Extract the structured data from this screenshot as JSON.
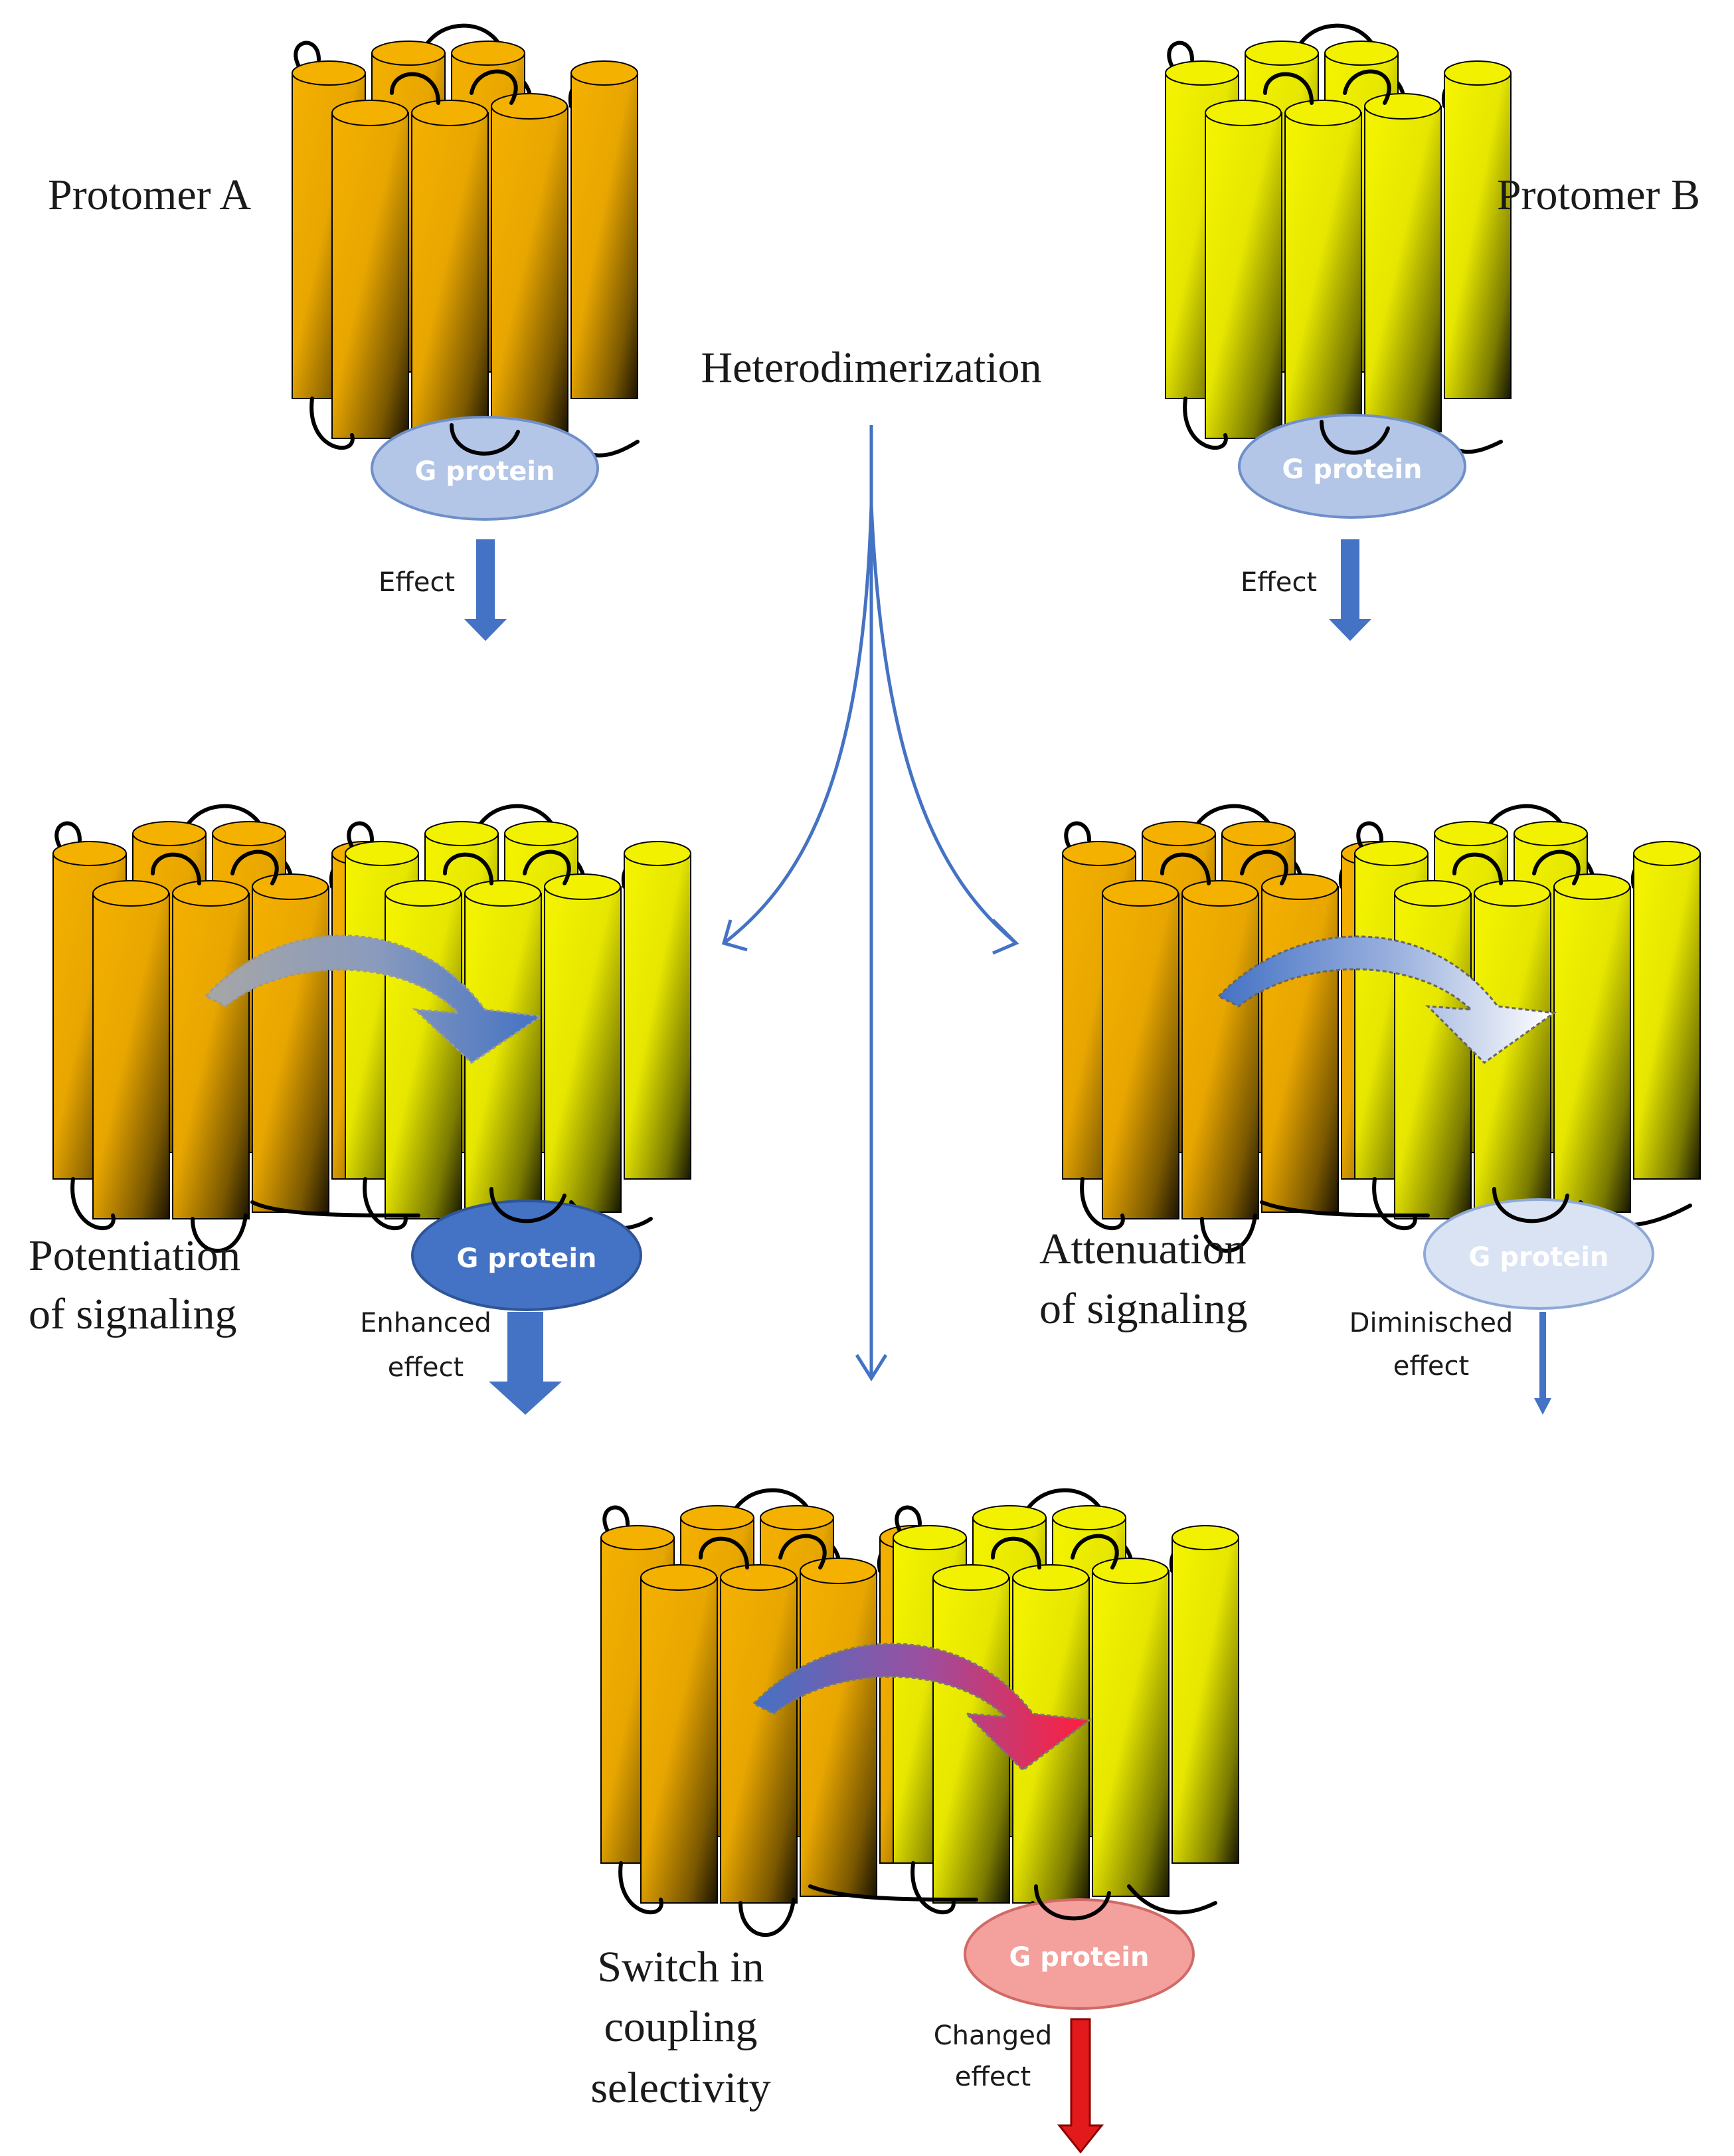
{
  "title_center": "Heterodimerization",
  "protomer_a": {
    "label": "Protomer A",
    "g_protein": "G protein",
    "effect": "Effect",
    "colors": {
      "receptor": "#f5b100",
      "g_protein": "#b4c6e7"
    }
  },
  "protomer_b": {
    "label": "Protomer B",
    "g_protein": "G protein",
    "effect": "Effect",
    "colors": {
      "receptor": "#f2f200",
      "g_protein": "#b4c6e7"
    }
  },
  "potentiation": {
    "label_line1": "Potentiation",
    "label_line2": "of signaling",
    "g_protein": "G protein",
    "effect_line1": "Enhanced",
    "effect_line2": "effect",
    "colors": {
      "g_protein": "#4472c4",
      "arrow": "#4472c4",
      "curved_arrow": "gray-to-blue"
    }
  },
  "attenuation": {
    "label_line1": "Attenuation",
    "label_line2": "of signaling",
    "g_protein": "G protein",
    "effect_line1": "Diminisched",
    "effect_line2": "effect",
    "colors": {
      "g_protein": "#dae3f3",
      "arrow": "#4472c4",
      "curved_arrow": "blue-to-white"
    }
  },
  "switch": {
    "label_line1": "Switch in",
    "label_line2": "coupling",
    "label_line3": "selectivity",
    "g_protein": "G protein",
    "effect_line1": "Changed",
    "effect_line2": "effect",
    "colors": {
      "g_protein": "#f4a09c",
      "arrow": "#e31a1c",
      "curved_arrow": "blue-to-red"
    }
  },
  "connector_color": "#4472c4"
}
